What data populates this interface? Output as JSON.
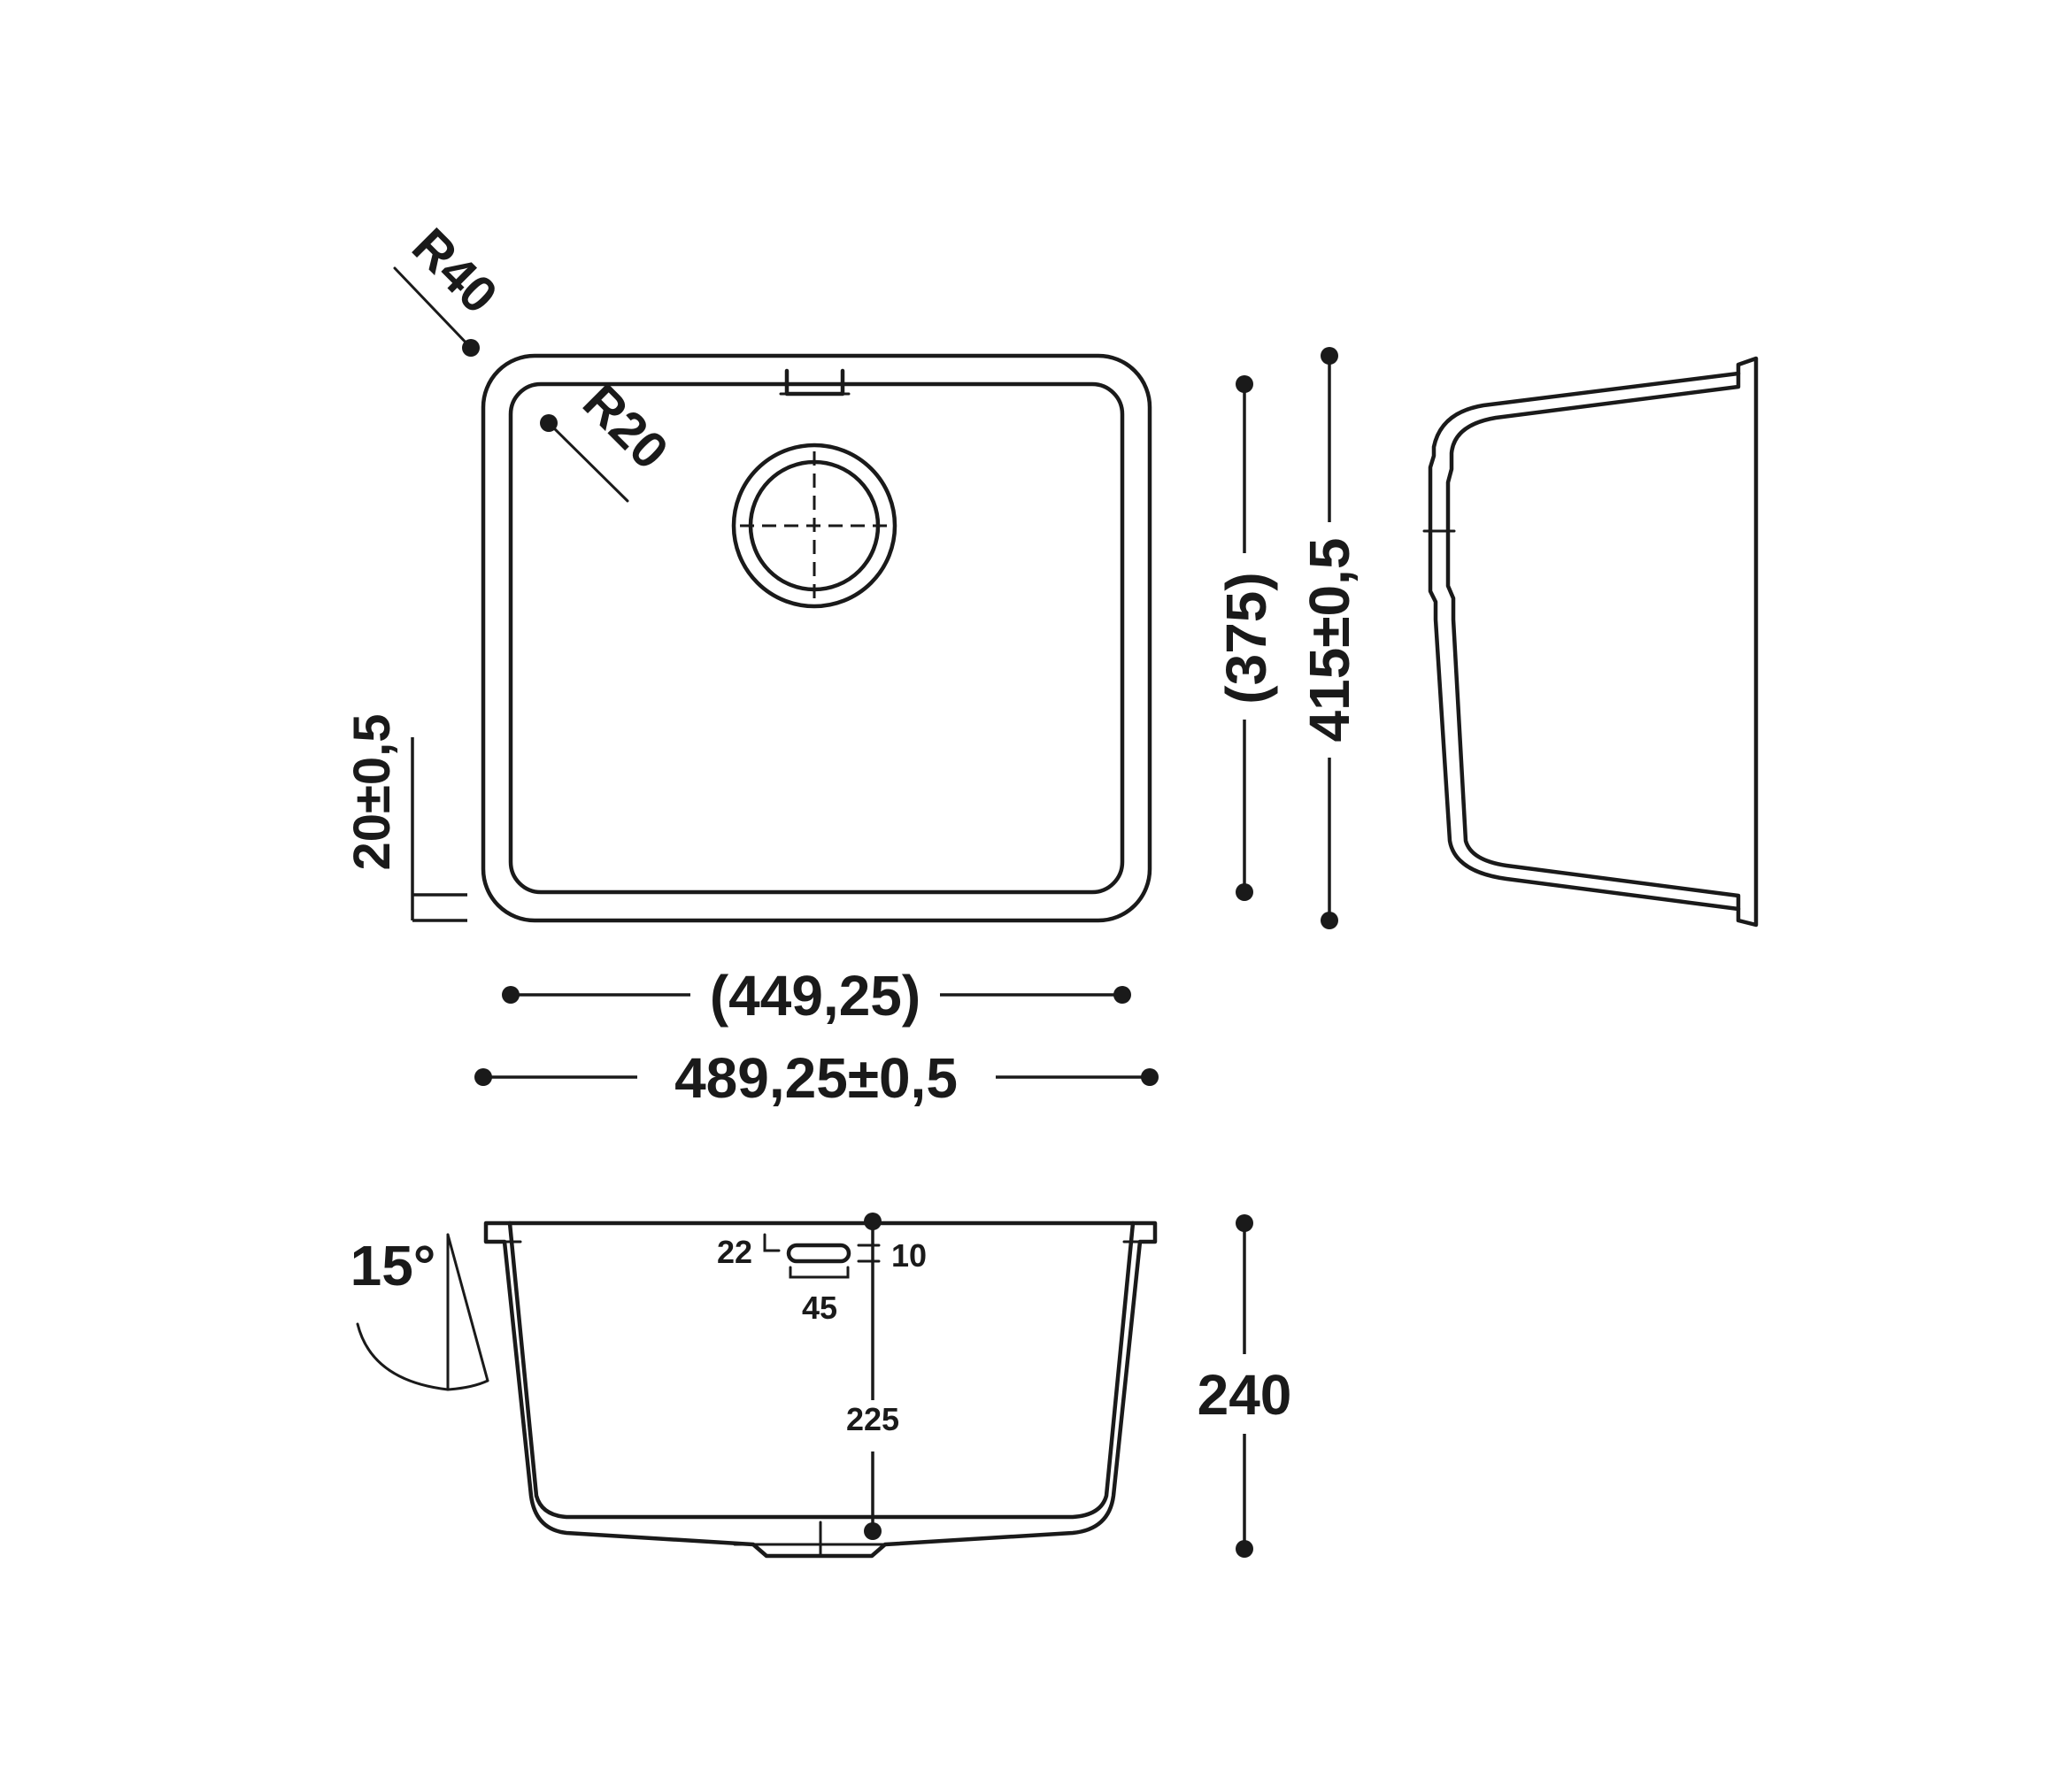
{
  "top_view": {
    "corner_radius_outer": "R40",
    "corner_radius_inner": "R20",
    "rim_height": "20±0,5",
    "inner_width": "(449,25)",
    "outer_width": "489,25±0,5",
    "inner_depth": "(375)",
    "outer_depth": "415±0,5"
  },
  "front_view": {
    "angle": "15°",
    "overflow_offset": "22",
    "overflow_height": "10",
    "overflow_width": "45",
    "overflow_depth": "225",
    "total_height": "240"
  }
}
